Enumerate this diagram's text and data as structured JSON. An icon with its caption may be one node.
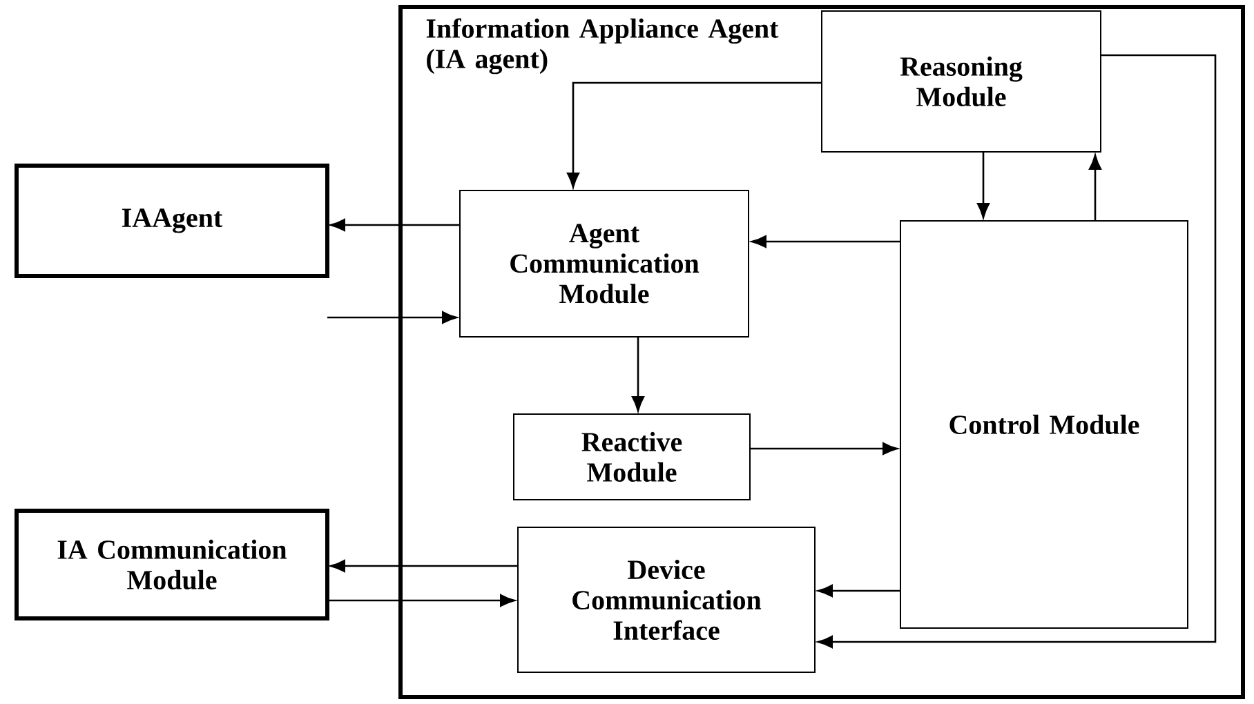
{
  "diagram": {
    "nodes": [
      {
        "text": [
          "IAAgent"
        ]
      },
      {
        "text": [
          "Information Appliance Agent (IA agent)"
        ]
      },
      {
        "text": [
          "Reasoning Module"
        ],
        "in": 1
      },
      {
        "text": [
          "Agent Communication Module"
        ],
        "in": 1
      },
      {
        "text": [
          "Control Module"
        ],
        "in": 1
      },
      {
        "text": [
          "Reactive Module"
        ],
        "in": 1
      },
      {
        "text": [
          "Device Communication Interface"
        ],
        "in": 1
      },
      {
        "text": [
          "IA Communication Module"
        ]
      }
    ],
    "edges": [
      {
        "from": 3,
        "to": 0,
        "arrow": "to"
      },
      {
        "from": 0,
        "to": 3,
        "arrow": "to"
      },
      {
        "from": 2,
        "to": 3,
        "arrow": "to"
      },
      {
        "from": 2,
        "to": 4,
        "arrow": "to"
      },
      {
        "from": 4,
        "to": 2,
        "arrow": "to"
      },
      {
        "from": 4,
        "to": 3,
        "arrow": "to"
      },
      {
        "from": 3,
        "to": 5,
        "arrow": "to"
      },
      {
        "from": 5,
        "to": 4,
        "arrow": "to"
      },
      {
        "from": 4,
        "to": 6,
        "arrow": "to"
      },
      {
        "from": 2,
        "to": 6,
        "arrow": "to"
      },
      {
        "from": 6,
        "to": 7,
        "arrow": "to"
      },
      {
        "from": 7,
        "to": 6,
        "arrow": "to"
      }
    ]
  }
}
